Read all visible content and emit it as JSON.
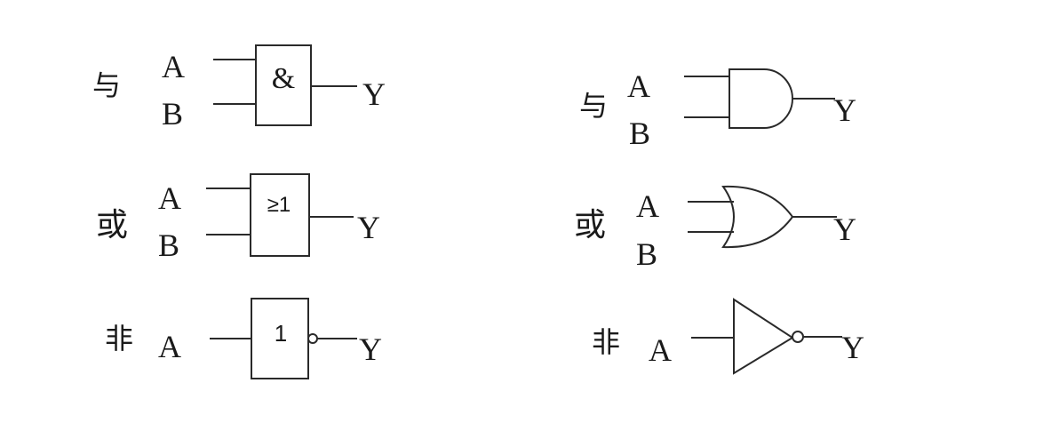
{
  "colors": {
    "background": "#ffffff",
    "line": "#2a2a2a",
    "text": "#1a1a1a"
  },
  "gates": {
    "and": {
      "label": "与",
      "input_a": "A",
      "input_b": "B",
      "output": "Y",
      "symbol": "&"
    },
    "or": {
      "label": "或",
      "input_a": "A",
      "input_b": "B",
      "output": "Y",
      "symbol": "≥1"
    },
    "not": {
      "label": "非",
      "input_a": "A",
      "output": "Y",
      "symbol": "1"
    }
  }
}
